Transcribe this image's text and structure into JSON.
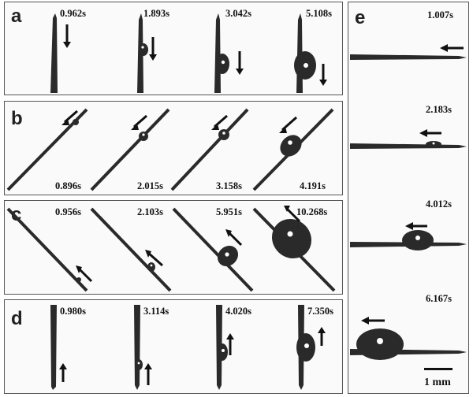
{
  "panels": {
    "a": {
      "label": "a",
      "times": [
        "0.962s",
        "1.893s",
        "3.042s",
        "5.108s"
      ]
    },
    "b": {
      "label": "b",
      "times": [
        "0.896s",
        "2.015s",
        "3.158s",
        "4.191s"
      ]
    },
    "c": {
      "label": "c",
      "times": [
        "0.956s",
        "2.103s",
        "5.951s",
        "10.268s"
      ]
    },
    "d": {
      "label": "d",
      "times": [
        "0.980s",
        "3.114s",
        "4.020s",
        "7.350s"
      ]
    },
    "e": {
      "label": "e",
      "times": [
        "1.007s",
        "2.183s",
        "4.012s",
        "6.167s"
      ]
    }
  },
  "scale_bar": {
    "label": "1 mm"
  },
  "colors": {
    "fiber": "#2a2a2a",
    "border": "#555555",
    "highlight": "#ffffff"
  }
}
